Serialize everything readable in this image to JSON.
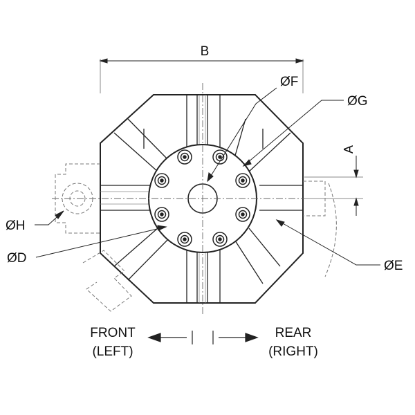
{
  "dimension_labels": {
    "a": "A",
    "b": "B",
    "d": "ØD",
    "e": "ØE",
    "f": "ØF",
    "g": "ØG",
    "h": "ØH"
  },
  "direction_labels": {
    "front_line1": "FRONT",
    "front_line2": "(LEFT)",
    "rear_line1": "REAR",
    "rear_line2": "(RIGHT)"
  }
}
